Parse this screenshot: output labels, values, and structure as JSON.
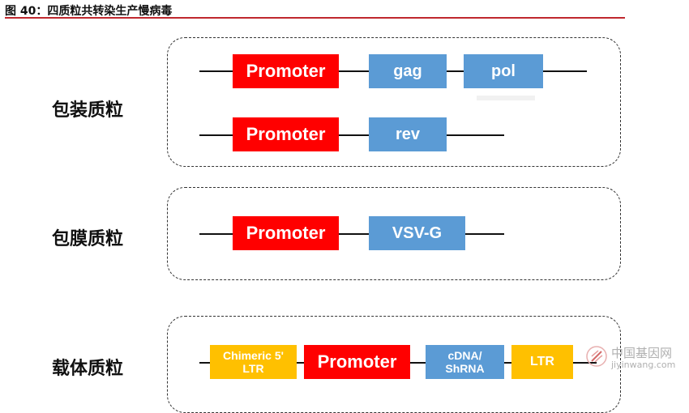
{
  "header": {
    "title": "图 40：四质粒共转染生产慢病毒"
  },
  "groups": [
    {
      "label": "包装质粒",
      "rows": [
        {
          "promoter": "Promoter",
          "genes": [
            "gag",
            "pol"
          ]
        },
        {
          "promoter": "Promoter",
          "genes": [
            "rev"
          ]
        }
      ]
    },
    {
      "label": "包膜质粒",
      "rows": [
        {
          "promoter": "Promoter",
          "genes": [
            "VSV-G"
          ]
        }
      ]
    },
    {
      "label": "载体质粒",
      "rows": [
        {
          "ltr5": "Chimeric 5' LTR",
          "promoter": "Promoter",
          "insert": "cDNA/ ShRNA",
          "ltr3": "LTR"
        }
      ]
    }
  ],
  "watermark": {
    "top": "中国基因网",
    "bottom": "jiyinwang.com"
  },
  "colors": {
    "promoter": "#ff0000",
    "gene": "#5b9bd5",
    "ltr": "#ffc000",
    "rule": "#c0282e"
  }
}
